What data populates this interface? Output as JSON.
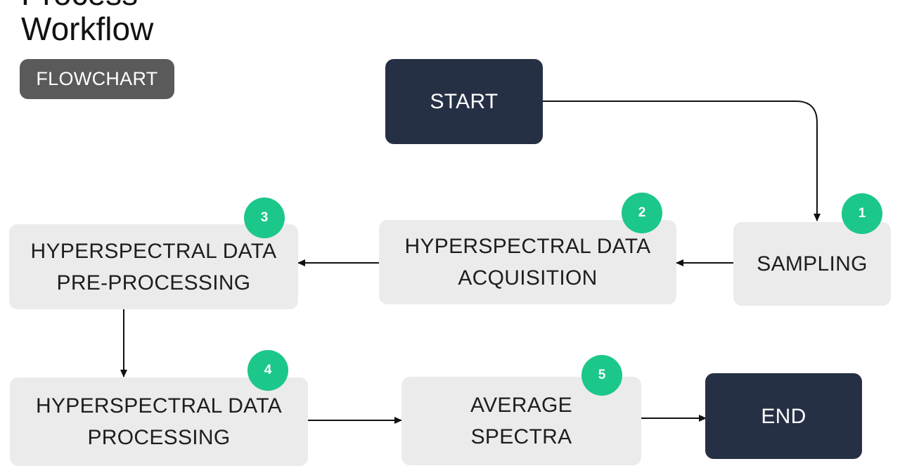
{
  "title": {
    "line1": "Process",
    "line2": "Workflow"
  },
  "tag": "FLOWCHART",
  "nodes": {
    "start": {
      "label": "START"
    },
    "sampling": {
      "label": "SAMPLING",
      "number": "1"
    },
    "acquisition": {
      "line1": "HYPERSPECTRAL DATA",
      "line2": "ACQUISITION",
      "number": "2"
    },
    "preprocessing": {
      "line1": "HYPERSPECTRAL DATA",
      "line2": "PRE-PROCESSING",
      "number": "3"
    },
    "processing": {
      "line1": "HYPERSPECTRAL DATA",
      "line2": "PROCESSING",
      "number": "4"
    },
    "average": {
      "line1": "AVERAGE",
      "line2": "SPECTRA",
      "number": "5"
    },
    "end": {
      "label": "END"
    }
  },
  "colors": {
    "dark_node": "#263045",
    "light_node": "#ebebeb",
    "badge": "#1cc78a",
    "tag": "#5a5a5a",
    "edge": "#111111"
  }
}
